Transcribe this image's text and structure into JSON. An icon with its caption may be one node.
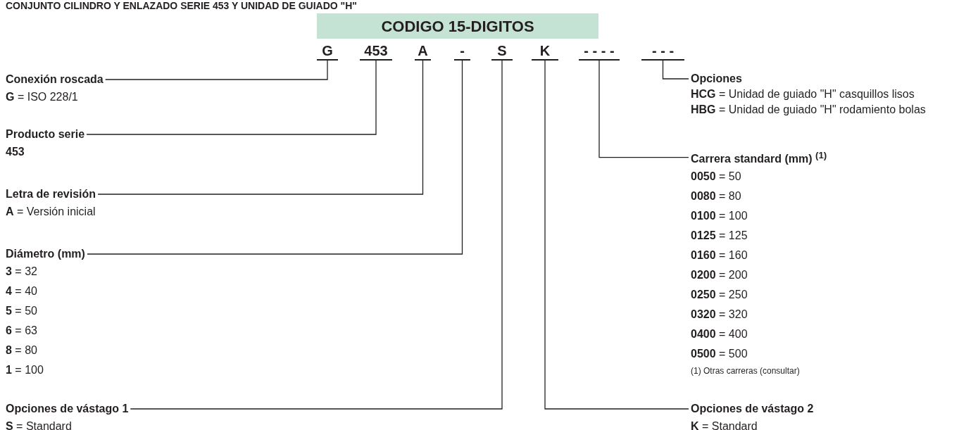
{
  "diagram": {
    "title": "CONJUNTO CILINDRO Y ENLAZADO SERIE 453 Y UNIDAD DE GUIADO \"H\"",
    "nodes": [
      {
        "text": [
          "CODIGO 15-DIGITOS"
        ]
      },
      {
        "text": [
          "G"
        ]
      },
      {
        "text": [
          "453"
        ]
      },
      {
        "text": [
          "A"
        ]
      },
      {
        "text": [
          "-"
        ]
      },
      {
        "text": [
          "S"
        ]
      },
      {
        "text": [
          "K"
        ]
      },
      {
        "text": [
          "- - - -"
        ]
      },
      {
        "text": [
          "- - -"
        ]
      },
      {
        "text": [
          "Conexión roscada",
          "**G** = ISO 228/1"
        ]
      },
      {
        "text": [
          "Producto serie",
          "**453**"
        ]
      },
      {
        "text": [
          "Letra de revisión",
          "**A** = Versión inicial"
        ]
      },
      {
        "text": [
          "Diámetro (mm)",
          "**3** = 32",
          "**4** = 40",
          "**5** = 50",
          "**6** = 63",
          "**8** = 80",
          "**1** = 100"
        ]
      },
      {
        "text": [
          "Opciones de vástago 1",
          "**S** = Standard"
        ]
      },
      {
        "text": [
          "Opciones",
          "**HCG** = Unidad de guiado \"H\" casquillos lisos",
          "**HBG** = Unidad de guiado \"H\" rodamiento bolas"
        ]
      },
      {
        "text": [
          "Carrera standard (mm) $^{(1)}$",
          "**0050** = 50",
          "**0080** = 80",
          "**0100** = 100",
          "**0125** = 125",
          "**0160** = 160",
          "**0200** = 200",
          "**0250** = 250",
          "**0320** = 320",
          "**0400** = 400",
          "**0500** = 500"
        ]
      },
      {
        "text": [
          "Opciones de vástago 2",
          "**K** = Standard"
        ]
      }
    ],
    "edges": [
      {
        "from": 1,
        "to": 9,
        "arrow": "none"
      },
      {
        "from": 2,
        "to": 10,
        "arrow": "none"
      },
      {
        "from": 3,
        "to": 11,
        "arrow": "none"
      },
      {
        "from": 4,
        "to": 12,
        "arrow": "none"
      },
      {
        "from": 5,
        "to": 13,
        "arrow": "none"
      },
      {
        "from": 6,
        "to": 16,
        "arrow": "none"
      },
      {
        "from": 7,
        "to": 15,
        "arrow": "none"
      },
      {
        "from": 8,
        "to": 14,
        "arrow": "none"
      }
    ],
    "labels": [
      "(1) Otras carreras (consultar)"
    ]
  }
}
